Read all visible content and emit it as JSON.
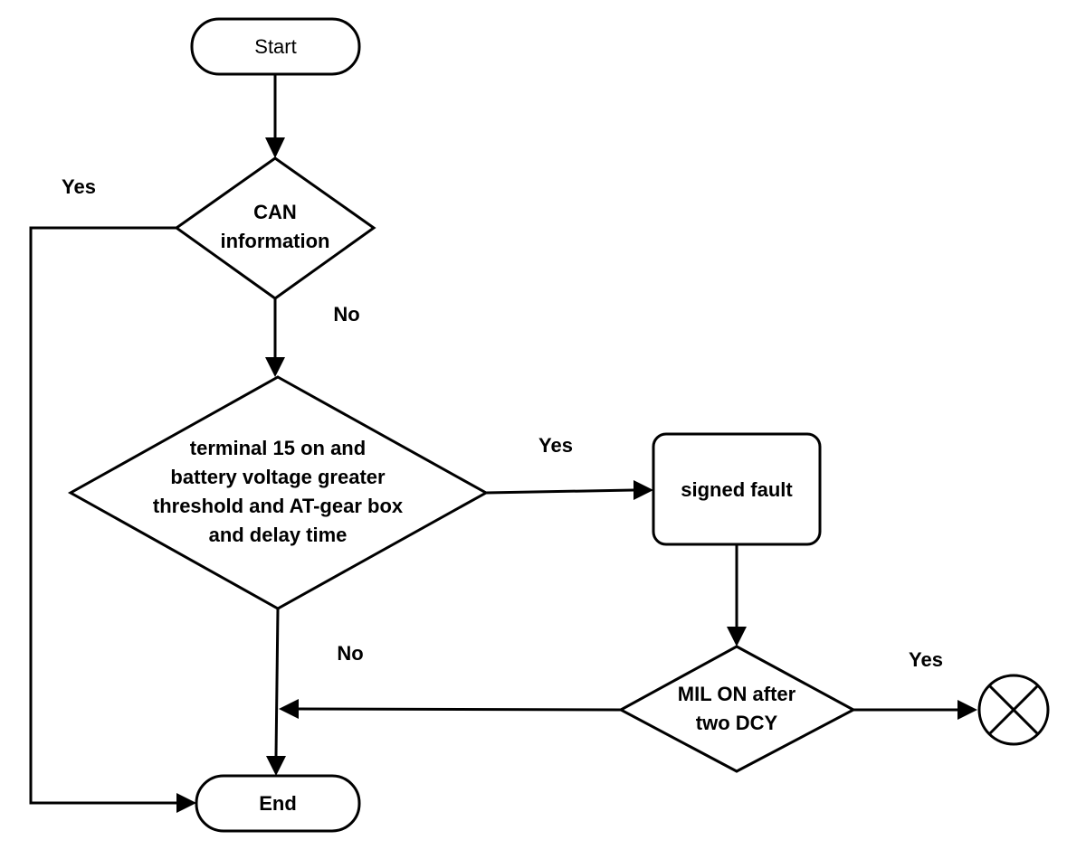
{
  "nodes": {
    "start": {
      "label": "Start"
    },
    "can_decision": {
      "lines": [
        "CAN",
        "information"
      ]
    },
    "condition_decision": {
      "lines": [
        "terminal 15 on and",
        "battery voltage greater",
        "threshold and AT-gear box",
        "and delay time"
      ]
    },
    "signed_fault": {
      "label": "signed fault"
    },
    "mil_decision": {
      "lines": [
        "MIL ON after",
        "two DCY"
      ]
    },
    "end": {
      "label": "End"
    },
    "terminator_symbol": {
      "icon": "crossed-circle-icon"
    }
  },
  "edge_labels": {
    "can_yes": "Yes",
    "can_no": "No",
    "condition_yes": "Yes",
    "condition_no": "No",
    "mil_yes": "Yes"
  },
  "colors": {
    "stroke": "#000000",
    "fill": "#ffffff",
    "text": "#000000"
  }
}
